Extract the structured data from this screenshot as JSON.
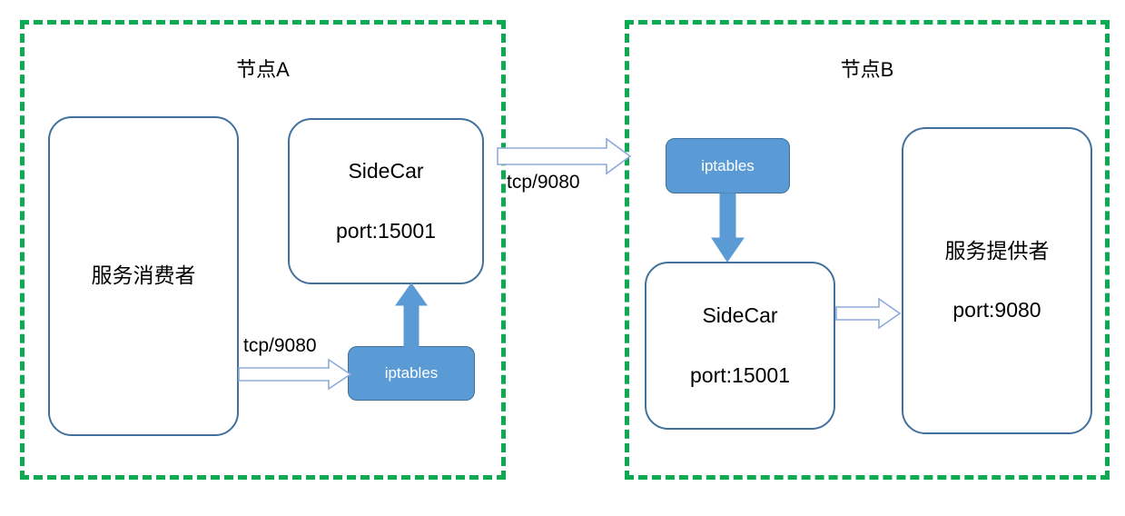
{
  "diagram": {
    "title_a": "节点A",
    "title_b": "节点B",
    "colors": {
      "group_border_green": "#0DAA51",
      "box_border_blue": "#41719C",
      "iptables_fill": "#5B9BD5",
      "arrow_thick_fill": "#5B9BD5",
      "arrow_outline": "#41719C",
      "text": "#000000"
    },
    "nodes": [
      {
        "id": "node-a",
        "label": "节点A",
        "boxes": [
          {
            "id": "service-consumer",
            "line1": "服务消费者",
            "line2": ""
          },
          {
            "id": "sidecar-a",
            "line1": "SideCar",
            "line2": "port:15001"
          },
          {
            "id": "iptables-a",
            "line1": "iptables",
            "line2": ""
          }
        ]
      },
      {
        "id": "node-b",
        "label": "节点B",
        "boxes": [
          {
            "id": "iptables-b",
            "line1": "iptables",
            "line2": ""
          },
          {
            "id": "sidecar-b",
            "line1": "SideCar",
            "line2": "port:15001"
          },
          {
            "id": "service-provider",
            "line1": "服务提供者",
            "line2": "port:9080"
          }
        ]
      }
    ],
    "boxes": {
      "service_consumer": {
        "line1": "服务消费者"
      },
      "sidecar_a": {
        "line1": "SideCar",
        "line2": "port:15001"
      },
      "iptables_a": {
        "label": "iptables"
      },
      "iptables_b": {
        "label": "iptables"
      },
      "sidecar_b": {
        "line1": "SideCar",
        "line2": "port:15001"
      },
      "service_provider": {
        "line1": "服务提供者",
        "line2": "port:9080"
      }
    },
    "edges": [
      {
        "id": "consumer-to-iptables-a",
        "label": "tcp/9080",
        "style": "hollow-block-arrow",
        "from": "service-consumer",
        "to": "iptables-a"
      },
      {
        "id": "iptables-a-to-sidecar-a",
        "label": "",
        "style": "thick-filled-arrow-up",
        "from": "iptables-a",
        "to": "sidecar-a"
      },
      {
        "id": "sidecar-a-to-node-b",
        "label": "tcp/9080",
        "style": "hollow-block-arrow",
        "from": "sidecar-a",
        "to": "node-b"
      },
      {
        "id": "iptables-b-to-sidecar-b",
        "label": "",
        "style": "thick-filled-arrow-down",
        "from": "iptables-b",
        "to": "sidecar-b"
      },
      {
        "id": "sidecar-b-to-provider",
        "label": "",
        "style": "hollow-block-arrow",
        "from": "sidecar-b",
        "to": "service-provider"
      }
    ],
    "labels": {
      "edge_consumer_iptables": "tcp/9080",
      "edge_cross_node": "tcp/9080"
    }
  }
}
